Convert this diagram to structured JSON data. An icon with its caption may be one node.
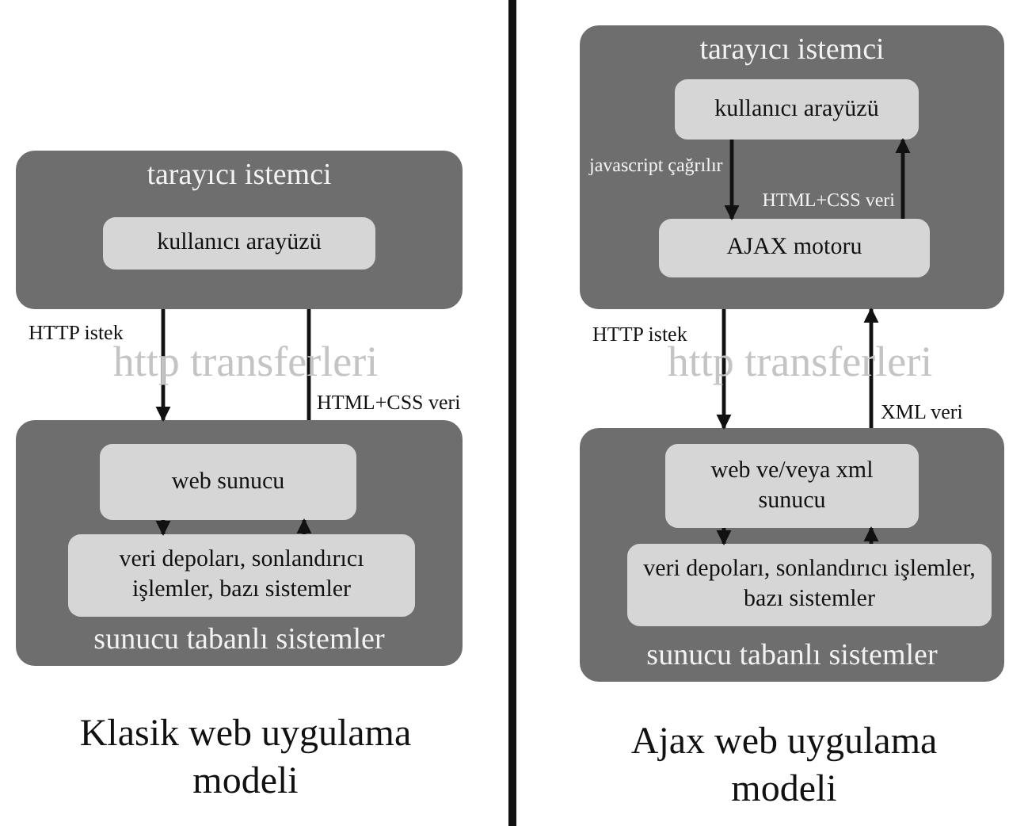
{
  "diagram": {
    "nodes": [
      {
        "text": [
          "tarayıcı istemci"
        ]
      },
      {
        "text": [
          "kullanıcı arayüzü"
        ],
        "in": 0
      },
      {
        "text": [
          "sunucu tabanlı sistemler"
        ]
      },
      {
        "text": [
          "web sunucu"
        ],
        "in": 2
      },
      {
        "text": [
          "veri depoları, sonlandırıcı işlemler, bazı sistemler"
        ],
        "in": 2
      },
      {
        "text": [
          "tarayıcı istemci"
        ]
      },
      {
        "text": [
          "kullanıcı arayüzü"
        ],
        "in": 5
      },
      {
        "text": [
          "AJAX motoru"
        ],
        "in": 5
      },
      {
        "text": [
          "sunucu tabanlı sistemler"
        ]
      },
      {
        "text": [
          "web ve/veya xml sunucu"
        ],
        "in": 8
      },
      {
        "text": [
          "veri depoları, sonlandırıcı işlemler, bazı sistemler"
        ],
        "in": 8
      }
    ],
    "edges": [
      {
        "from": 0,
        "to": 2,
        "arrow": "to",
        "label": "HTTP istek"
      },
      {
        "from": 2,
        "to": 0,
        "arrow": "none",
        "label": "HTML+CSS veri"
      },
      {
        "from": 3,
        "to": 4,
        "arrow": "to"
      },
      {
        "from": 4,
        "to": 3,
        "arrow": "to"
      },
      {
        "from": 6,
        "to": 7,
        "arrow": "to",
        "label": "javascript çağrılır"
      },
      {
        "from": 7,
        "to": 6,
        "arrow": "to",
        "label": "HTML+CSS veri"
      },
      {
        "from": 5,
        "to": 8,
        "arrow": "to",
        "label": "HTTP istek"
      },
      {
        "from": 8,
        "to": 5,
        "arrow": "to",
        "label": "XML veri"
      },
      {
        "from": 9,
        "to": 10,
        "arrow": "to"
      },
      {
        "from": 10,
        "to": 9,
        "arrow": "to"
      }
    ],
    "labels": [
      "http transferleri",
      "http transferleri",
      "Klasik web uygulama modeli",
      "Ajax web uygulama modeli"
    ]
  }
}
